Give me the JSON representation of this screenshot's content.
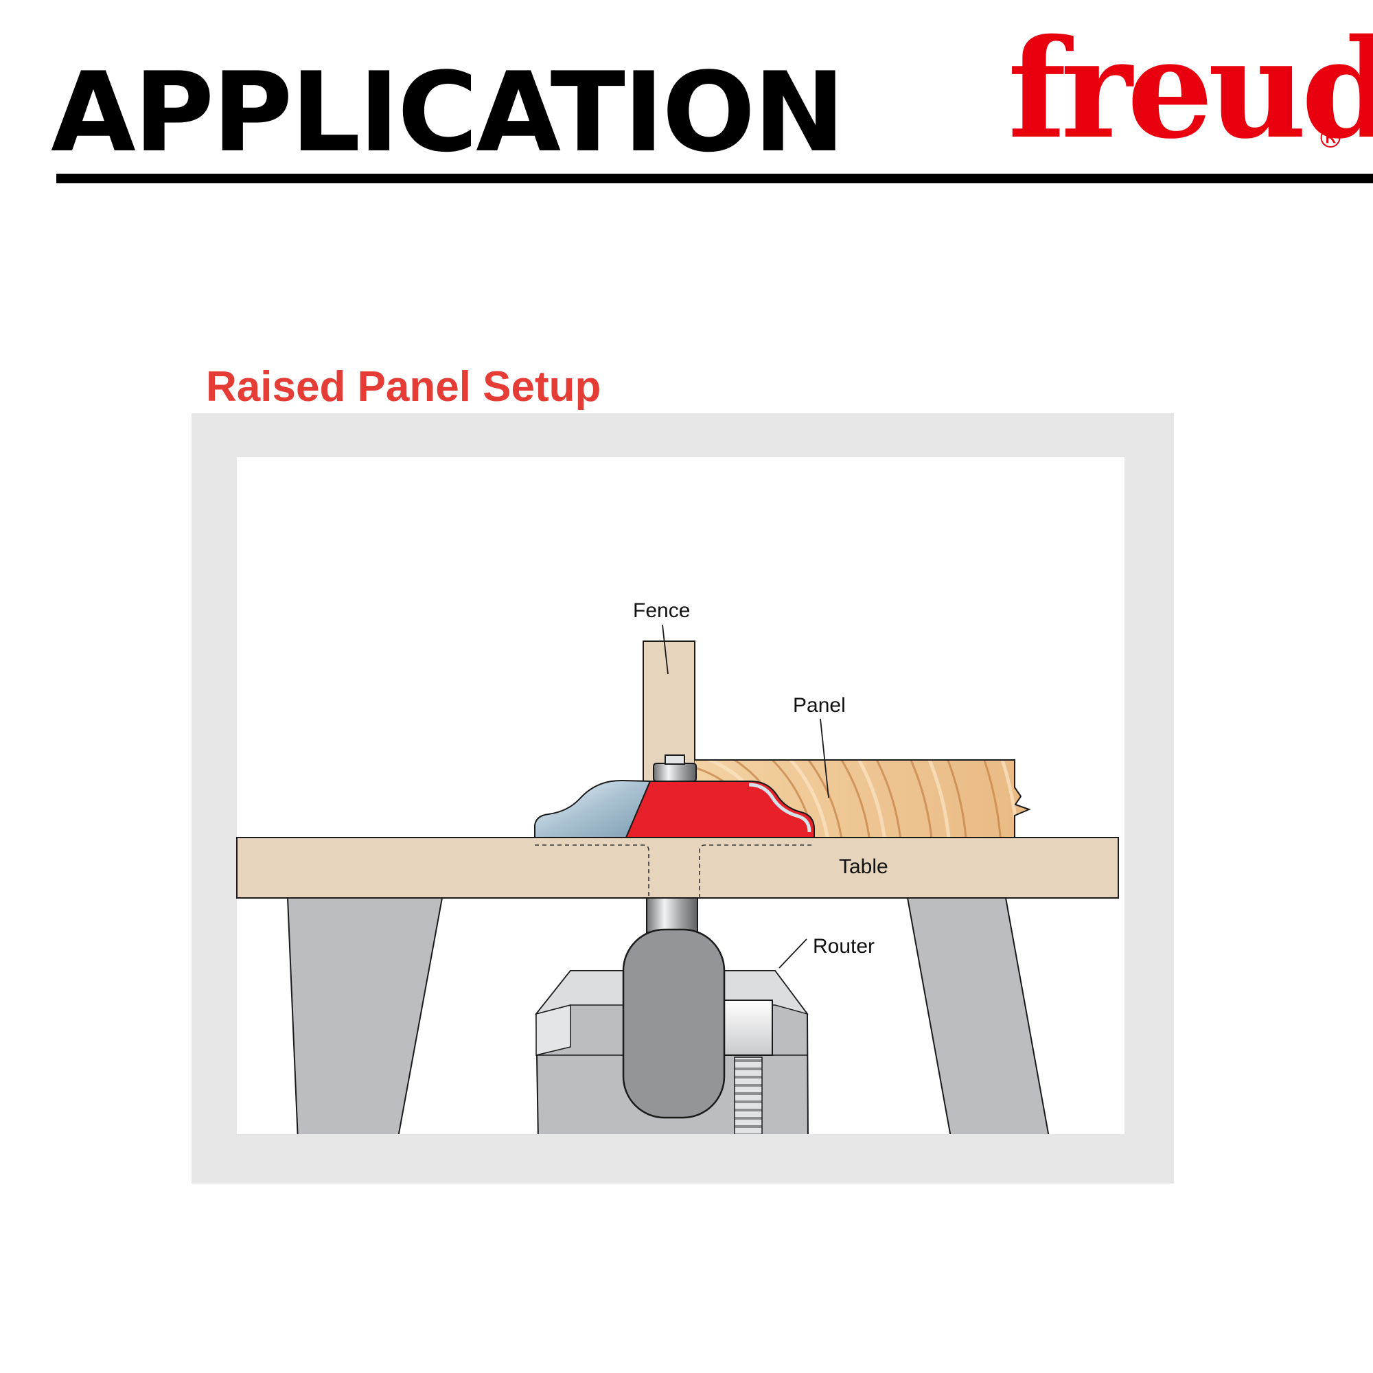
{
  "header": {
    "title": "APPLICATION",
    "brand": "freud",
    "registered_mark": "®"
  },
  "figure": {
    "title": "Raised Panel Setup",
    "labels": {
      "fence": "Fence",
      "panel": "Panel",
      "table": "Table",
      "router": "Router"
    }
  },
  "colors": {
    "brand_red": "#e8000f",
    "subtitle_red": "#e63c36",
    "frame_gray": "#e6e6e6",
    "wood_tan": "#e6d4bc",
    "cutter_red": "#e8202a",
    "leg_gray": "#bcbdc0",
    "router_dark": "#939598"
  }
}
